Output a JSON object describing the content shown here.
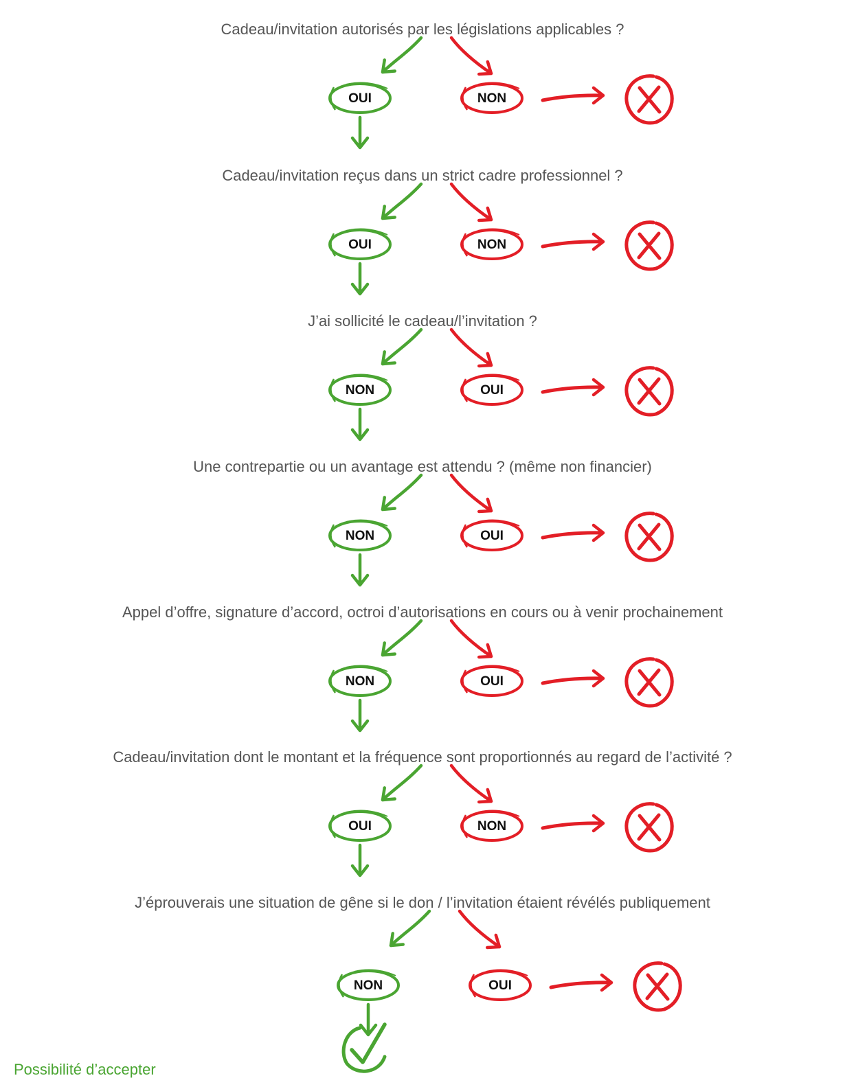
{
  "colors": {
    "yes_path": "#4aa532",
    "no_path": "#e31e26",
    "question_text": "#555555"
  },
  "steps": [
    {
      "question": "Cadeau/invitation autorisés par les législations applicables ?",
      "continue_label": "OUI",
      "reject_label": "NON"
    },
    {
      "question": "Cadeau/invitation reçus dans un strict cadre professionnel ?",
      "continue_label": "OUI",
      "reject_label": "NON"
    },
    {
      "question": "J’ai sollicité le cadeau/l’invitation ?",
      "continue_label": "NON",
      "reject_label": "OUI"
    },
    {
      "question": "Une contrepartie ou un avantage est attendu ? (même non financier)",
      "continue_label": "NON",
      "reject_label": "OUI"
    },
    {
      "question": "Appel d’offre, signature d’accord, octroi d’autorisations en cours ou à venir prochainement",
      "continue_label": "NON",
      "reject_label": "OUI"
    },
    {
      "question": "Cadeau/invitation dont le montant et la fréquence sont proportionnés au regard de l’activité ?",
      "continue_label": "OUI",
      "reject_label": "NON"
    },
    {
      "question": "J’éprouverais une situation de gêne si le don / l’invitation étaient révélés publiquement",
      "continue_label": "NON",
      "reject_label": "OUI"
    }
  ],
  "reject_icon": "cross-in-circle-icon",
  "final": {
    "icon": "checkmark-in-circle-icon",
    "label": "Possibilité d’accepter"
  }
}
